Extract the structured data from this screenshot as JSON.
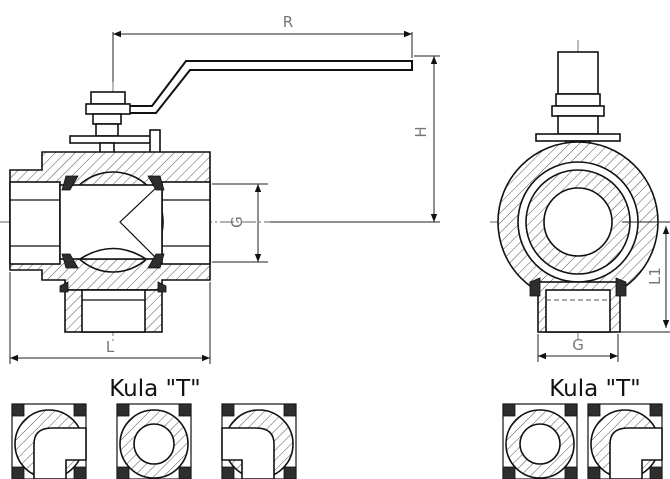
{
  "dimensions": {
    "r_label": "R",
    "h_label": "H",
    "g_label": "G",
    "l_label": "L",
    "l1_label": "L1",
    "g_side_label": "G"
  },
  "titles": {
    "left_ball_title": "Kula \"T\"",
    "right_ball_title": "Kula \"T\""
  }
}
